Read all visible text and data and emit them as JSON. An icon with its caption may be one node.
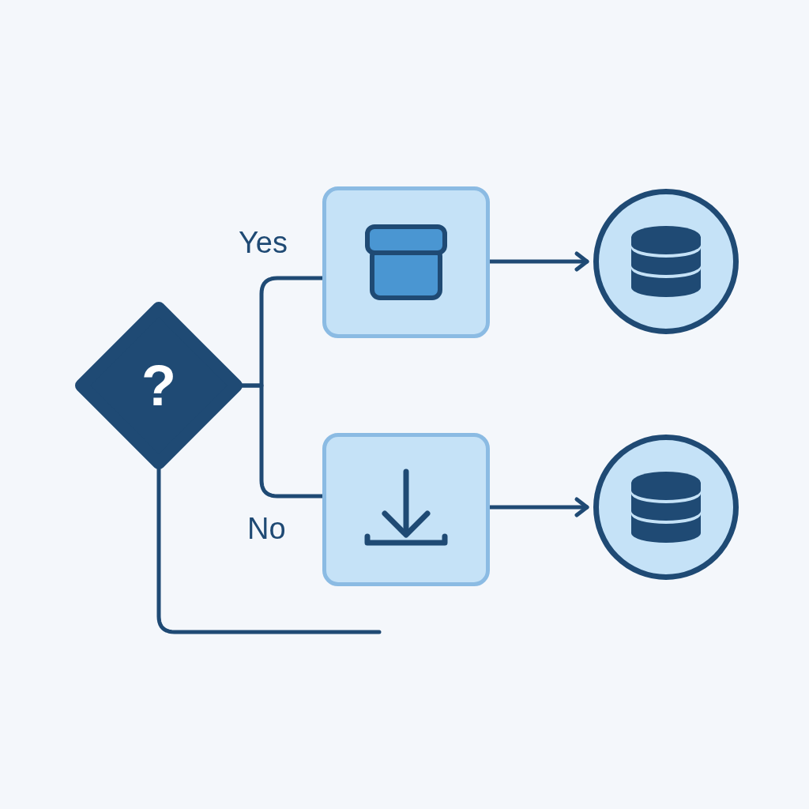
{
  "diagram": {
    "nodes": [
      {
        "text": [
          "?"
        ]
      },
      {
        "text": [],
        "shape": "box"
      },
      {
        "text": [],
        "shape": "circle"
      },
      {
        "text": [],
        "shape": "box"
      },
      {
        "text": [],
        "shape": "circle"
      }
    ],
    "edges": [
      {
        "from": 0,
        "to": 1,
        "arrow": "none",
        "label": "Yes"
      },
      {
        "from": 0,
        "to": 3,
        "arrow": "none",
        "label": "No"
      },
      {
        "from": 0,
        "to": null,
        "arrow": "none"
      },
      {
        "from": 1,
        "to": 2,
        "arrow": "to"
      },
      {
        "from": 3,
        "to": 4,
        "arrow": "to"
      }
    ]
  }
}
